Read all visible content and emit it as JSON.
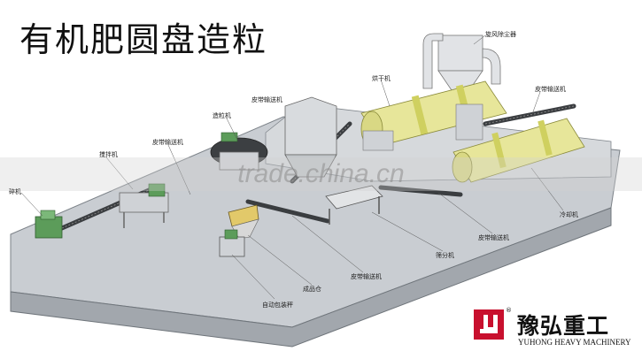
{
  "title": "有机肥圆盘造粒",
  "watermark": "trade.china.cn",
  "brand": {
    "name_cn": "豫弘重工",
    "name_en": "YUHONG HEAVY MACHINERY",
    "registered": "®",
    "logo_color": "#c8102e"
  },
  "colors": {
    "platform_top": "#c9cdd2",
    "platform_side": "#9ea3a9",
    "dryer": "#e7e69a",
    "machine": "#cfd2d6",
    "green_machine": "#5c9c5a"
  },
  "labels": {
    "crusher": "碎机",
    "stirrer": "搅拌机",
    "conveyor1": "皮带输送机",
    "granulator": "造粒机",
    "dryer": "烘干机",
    "conveyor2": "皮带输送机",
    "cooler": "冷却机",
    "conveyor3": "皮带输送机",
    "screener": "筛分机",
    "conveyor4": "皮带输送机",
    "product_bin": "成品仓",
    "packer": "自动包装秤",
    "conveyor5": "皮带输送机",
    "unk1": "旋风除尘器"
  }
}
